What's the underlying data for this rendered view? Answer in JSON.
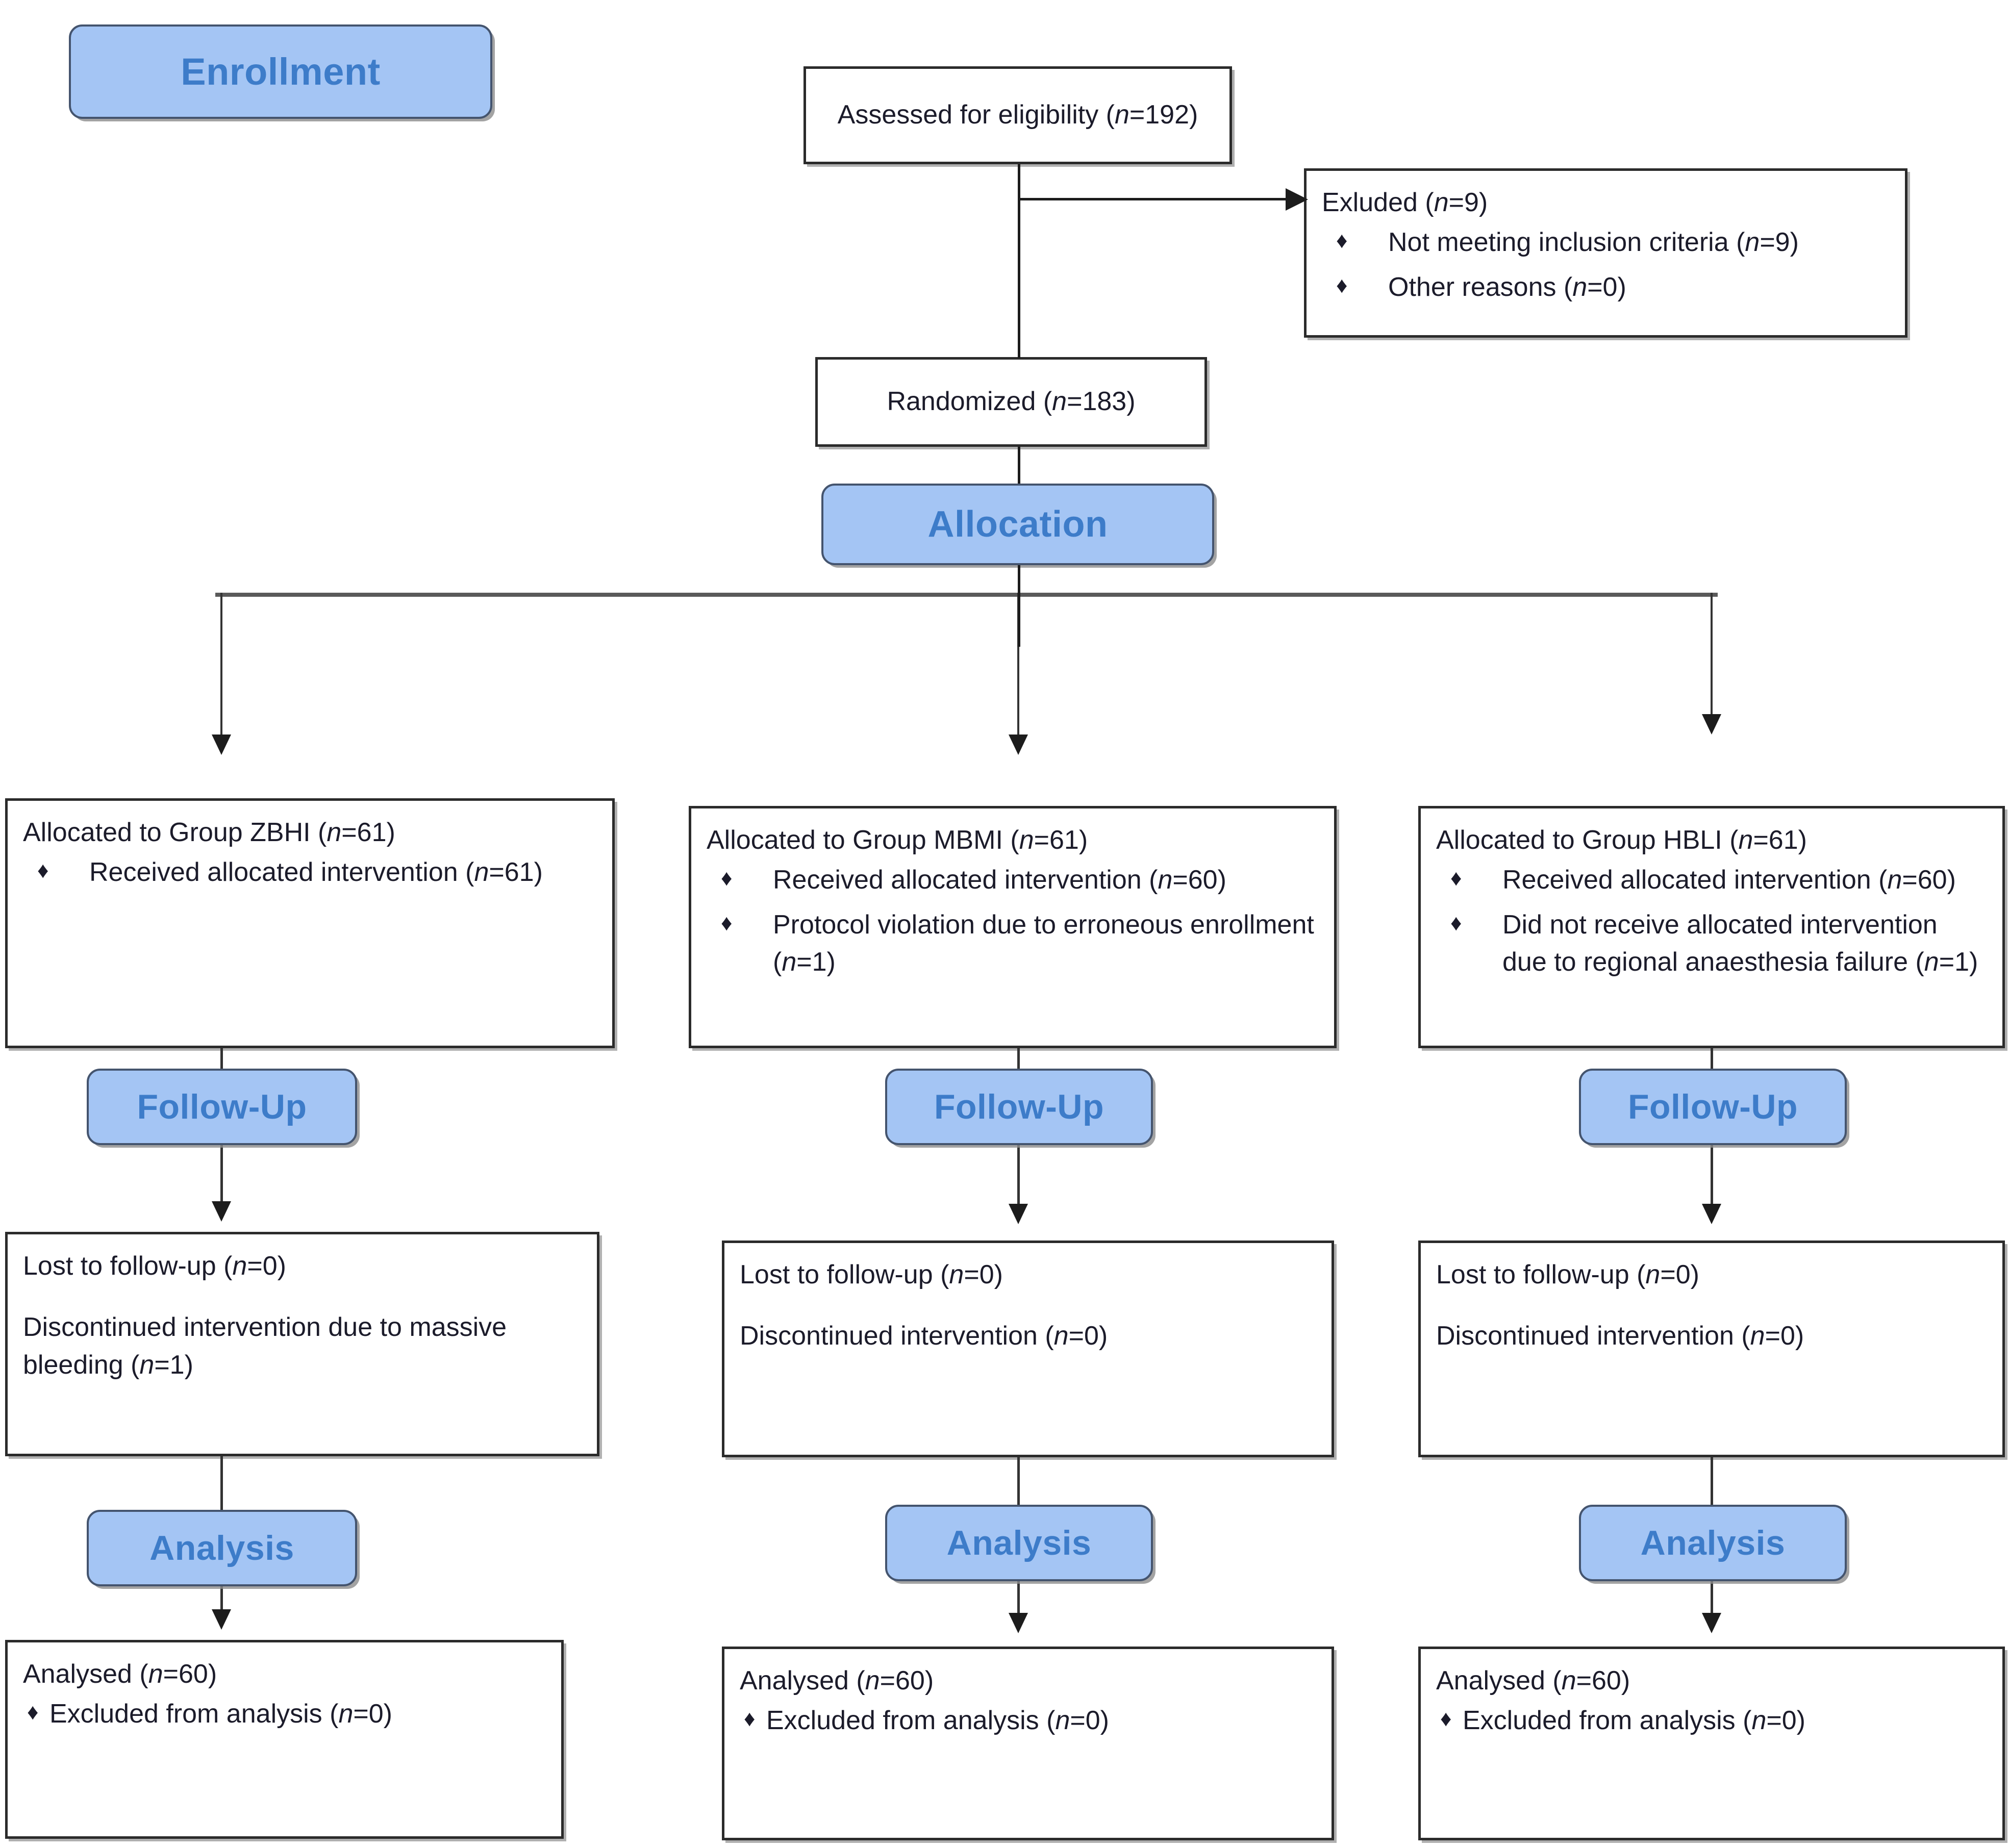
{
  "diagram": {
    "title": "CONSORT participant flow diagram",
    "accent_blue": "#a4c5f4",
    "badge_text_color": "#3d7cc9",
    "box_border_color": "#2b2b2b",
    "bullet_glyph": "♦"
  },
  "stages": {
    "enrollment": "Enrollment",
    "allocation": "Allocation",
    "followup": "Follow-Up",
    "analysis": "Analysis"
  },
  "enrollment": {
    "assessed": {
      "label": "Assessed for eligibility (",
      "n_italic": "n",
      "n_value": "=192)"
    },
    "assessed_text": "Assessed for eligibility (n=192)",
    "excluded_heading": "Exluded (",
    "excluded_heading_n": "n",
    "excluded_heading_val": "=9)",
    "excluded_items": [
      {
        "text_before": "Not meeting inclusion criteria (",
        "n": "n",
        "text_after": "=9)"
      },
      {
        "text_before": "Other reasons (",
        "n": "n",
        "text_after": "=0)"
      }
    ],
    "randomized": {
      "text_before": "Randomized (",
      "n": "n",
      "text_after": "=183)"
    }
  },
  "arms": [
    {
      "id": "zbhi",
      "allocation_heading_before": "Allocated to Group ZBHI (",
      "allocation_heading_n": "n",
      "allocation_heading_after": "=61)",
      "allocation_items": [
        {
          "text_before": "Received allocated intervention (",
          "n": "n",
          "text_after": "=61)"
        }
      ],
      "followup_lines": [
        {
          "text_before": "Lost to follow-up (",
          "n": "n",
          "text_after": "=0)"
        },
        {
          "text_before": "Discontinued intervention due to massive bleeding (",
          "n": "n",
          "text_after": "=1)"
        }
      ],
      "analysed_heading_before": "Analysed (",
      "analysed_heading_n": "n",
      "analysed_heading_after": "=60)",
      "analysed_items": [
        {
          "text_before": "Excluded from analysis (",
          "n": "n",
          "text_after": "=0)"
        }
      ]
    },
    {
      "id": "mbmi",
      "allocation_heading_before": "Allocated to Group MBMI (",
      "allocation_heading_n": "n",
      "allocation_heading_after": "=61)",
      "allocation_items": [
        {
          "text_before": "Received allocated intervention (",
          "n": "n",
          "text_after": "=60)"
        },
        {
          "text_before": "Protocol violation due to erroneous enrollment (",
          "n": "n",
          "text_after": "=1)"
        }
      ],
      "followup_lines": [
        {
          "text_before": "Lost to follow-up (",
          "n": "n",
          "text_after": "=0)"
        },
        {
          "text_before": "Discontinued intervention (",
          "n": "n",
          "text_after": "=0)"
        }
      ],
      "analysed_heading_before": "Analysed (",
      "analysed_heading_n": "n",
      "analysed_heading_after": "=60)",
      "analysed_items": [
        {
          "text_before": "Excluded from analysis (",
          "n": "n",
          "text_after": "=0)"
        }
      ]
    },
    {
      "id": "hbli",
      "allocation_heading_before": "Allocated to Group HBLI (",
      "allocation_heading_n": "n",
      "allocation_heading_after": "=61)",
      "allocation_items": [
        {
          "text_before": "Received allocated intervention (",
          "n": "n",
          "text_after": "=60)"
        },
        {
          "text_before": "Did not receive allocated intervention due to regional anaesthesia failure (",
          "n": "n",
          "text_after": "=1)"
        }
      ],
      "followup_lines": [
        {
          "text_before": "Lost to follow-up (",
          "n": "n",
          "text_after": "=0)"
        },
        {
          "text_before": "Discontinued intervention (",
          "n": "n",
          "text_after": "=0)"
        }
      ],
      "analysed_heading_before": "Analysed (",
      "analysed_heading_n": "n",
      "analysed_heading_after": "=60)",
      "analysed_items": [
        {
          "text_before": "Excluded from analysis (",
          "n": "n",
          "text_after": "=0)"
        }
      ]
    }
  ]
}
